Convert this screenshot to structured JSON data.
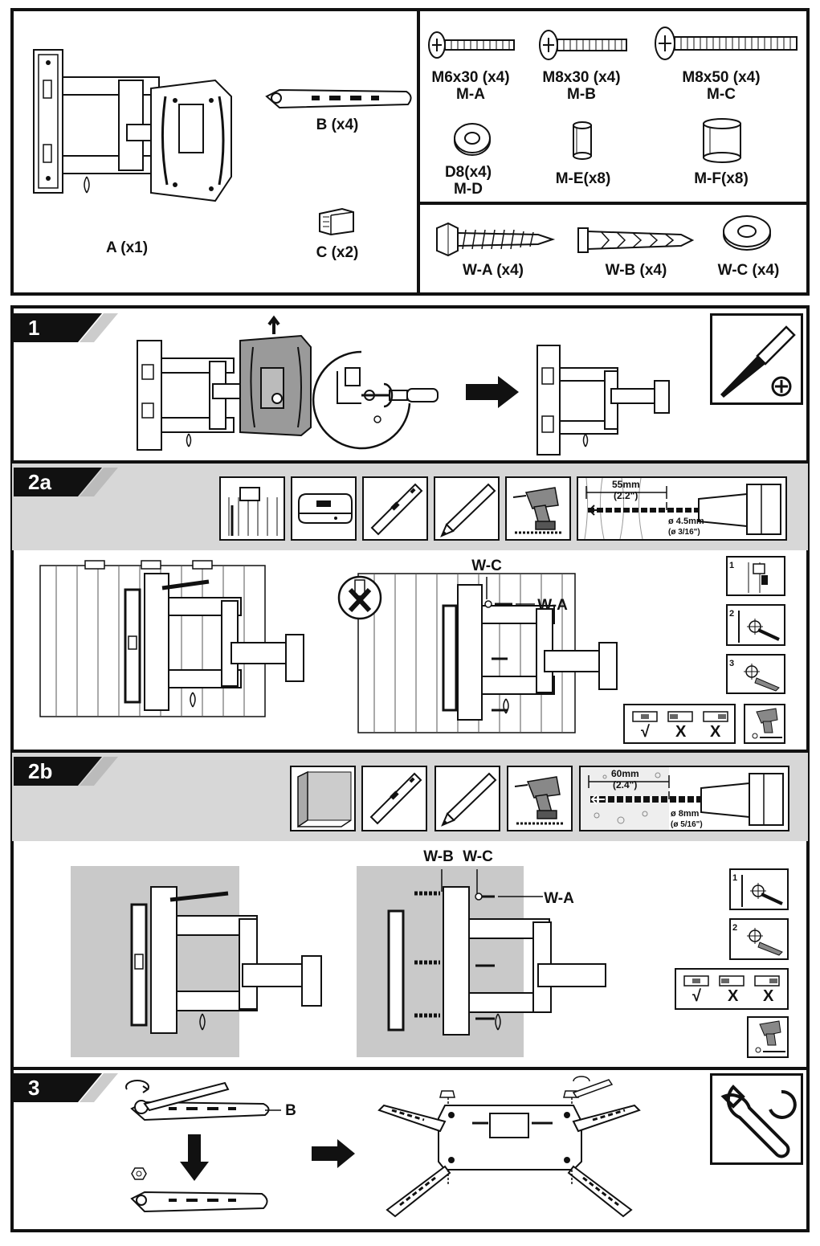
{
  "parts_top": {
    "items_left": [
      {
        "id": "A",
        "label": "A (x1)"
      },
      {
        "id": "B",
        "label": "B (x4)"
      },
      {
        "id": "C",
        "label": "C (x2)"
      }
    ],
    "screws": [
      {
        "label": "M6x30  (x4)\nM-A"
      },
      {
        "label": "M8x30  (x4)\nM-B"
      },
      {
        "label": "M8x50  (x4)\nM-C"
      },
      {
        "label": "D8(x4)\nM-D"
      },
      {
        "label": "M-E(x8)"
      },
      {
        "label": "M-F(x8)"
      }
    ],
    "wall_parts": [
      {
        "label": "W-A (x4)"
      },
      {
        "label": "W-B (x4)"
      },
      {
        "label": "W-C (x4)"
      }
    ]
  },
  "steps": {
    "s1": {
      "num": "1"
    },
    "s2a": {
      "num": "2a",
      "drill_depth": "55mm",
      "drill_depth_in": "(2.2\")",
      "drill_dia": "ø 4.5mm",
      "drill_dia_in": "(ø 3/16\")",
      "label_wc": "W-C",
      "label_wa": "W-A",
      "sub": [
        "1",
        "2",
        "3"
      ],
      "level": [
        "√",
        "X",
        "X"
      ]
    },
    "s2b": {
      "num": "2b",
      "drill_depth": "60mm",
      "drill_depth_in": "(2.4\")",
      "drill_dia": "ø 8mm",
      "drill_dia_in": "(ø 5/16\")",
      "label_wb": "W-B",
      "label_wc": "W-C",
      "label_wa": "W-A",
      "sub": [
        "1",
        "2"
      ],
      "level": [
        "√",
        "X",
        "X"
      ]
    },
    "s3": {
      "num": "3",
      "label_b": "B"
    }
  },
  "icons": [
    "phillips-screwdriver-icon",
    "wrench-icon",
    "drill-icon",
    "spirit-level-icon",
    "pencil-icon",
    "stud-finder-icon",
    "arrow-right-icon",
    "arrow-down-icon"
  ]
}
